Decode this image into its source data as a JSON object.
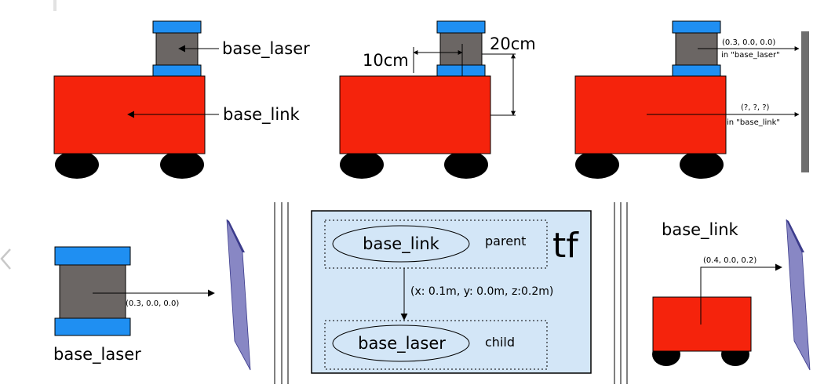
{
  "panel1": {
    "laser_label": "base_laser",
    "link_label": "base_link"
  },
  "panel2": {
    "offset_x_label": "10cm",
    "offset_z_label": "20cm"
  },
  "panel3": {
    "laser_coords": "(0.3, 0.0, 0.0)",
    "laser_frame": "in \"base_laser\"",
    "link_coords": "(?, ?, ?)",
    "link_frame": "in \"base_link\""
  },
  "panel4": {
    "coords": "(0.3, 0.0, 0.0)",
    "frame_label": "base_laser"
  },
  "tf_box": {
    "title": "tf",
    "parent_frame": "base_link",
    "parent_role": "parent",
    "transform": "(x: 0.1m, y: 0.0m, z:0.2m)",
    "child_frame": "base_laser",
    "child_role": "child"
  },
  "panel6": {
    "frame_label": "base_link",
    "coords": "(0.4, 0.0, 0.2)"
  },
  "colors": {
    "robot_body": "#f5230c",
    "laser_cap": "#1f8ff2",
    "laser_body": "#6b6664",
    "wheel": "#000000",
    "wall_gray": "#6e6e6e",
    "wall_face": "#8887c4",
    "wall_edge": "#3c3c8c",
    "tf_box_bg": "#d3e6f7",
    "back_chevron": "#c8c8c8"
  }
}
